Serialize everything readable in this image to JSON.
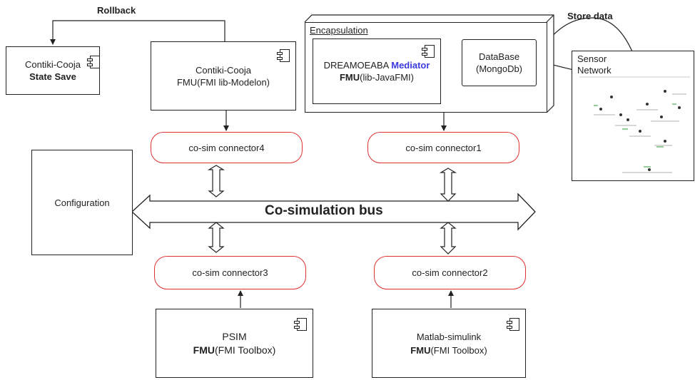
{
  "labels": {
    "rollback": "Rollback",
    "store_data": "Store data",
    "encapsulation": "Encapsulation",
    "bus": "Co-simulation bus"
  },
  "components": {
    "state_save": {
      "line1": "Contiki-Cooja",
      "line2": "State Save"
    },
    "cooja_fmu": {
      "line1": "Contiki-Cooja",
      "line2": "FMU(FMI lib-Modelon)"
    },
    "mediator": {
      "name": "DREAMOEABA",
      "highlight": "Mediator",
      "fmu": "FMU",
      "lib": "(lib-JavaFMI)"
    },
    "database": {
      "line1": "DataBase",
      "line2": "(MongoDb)"
    },
    "sensor": {
      "line1": "Sensor",
      "line2": "Network"
    },
    "configuration": {
      "label": "Configuration"
    },
    "psim": {
      "name": "PSIM",
      "fmu": "FMU",
      "toolbox": "(FMI Toolbox)"
    },
    "matlab": {
      "name": "Matlab-simulink",
      "fmu": "FMU",
      "toolbox": "(FMI Toolbox)"
    }
  },
  "connectors": {
    "c1": "co-sim connector1",
    "c2": "co-sim connector2",
    "c3": "co-sim connector3",
    "c4": "co-sim connector4"
  },
  "colors": {
    "mediator": "#3a3adf",
    "connector_border": "#e03030",
    "sensor_node": "#2e9a3a"
  }
}
